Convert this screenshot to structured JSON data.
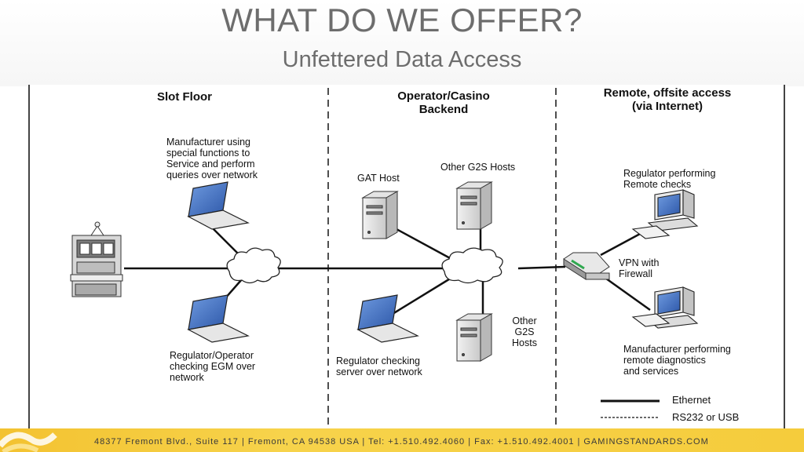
{
  "header": {
    "title": "WHAT DO WE OFFER?",
    "subtitle": "Unfettered Data Access"
  },
  "zones": {
    "slot_floor": "Slot Floor",
    "backend_line1": "Operator/Casino",
    "backend_line2": "Backend",
    "remote_line1": "Remote, offsite access",
    "remote_line2": "(via Internet)"
  },
  "labels": {
    "manufacturer_laptop": [
      "Manufacturer using",
      "special functions to",
      "Service and perform",
      "queries over network"
    ],
    "regulator_operator_laptop": [
      "Regulator/Operator",
      "checking EGM over",
      "network"
    ],
    "gat_host": "GAT Host",
    "other_g2s_hosts_top": "Other G2S Hosts",
    "other_g2s_hosts_bottom": [
      "Other",
      "G2S",
      "Hosts"
    ],
    "regulator_server_laptop": [
      "Regulator checking",
      "server over network"
    ],
    "regulator_remote": [
      "Regulator performing",
      "Remote checks"
    ],
    "vpn": [
      "VPN with",
      "Firewall"
    ],
    "manufacturer_remote": [
      "Manufacturer performing",
      "remote diagnostics",
      "and services"
    ]
  },
  "legend": {
    "ethernet": "Ethernet",
    "rs232": "RS232 or USB"
  },
  "footer": {
    "text": "48377 Fremont Blvd., Suite 117  |  Fremont, CA 94538  USA  |  Tel: +1.510.492.4060  |  Fax: +1.510.492.4001  |  GAMINGSTANDARDS.COM"
  },
  "colors": {
    "title": "#6d6d6d",
    "footer": "#f5cc3c",
    "device_blue": "#4a78c8",
    "cloud_fill": "#ffffff"
  }
}
